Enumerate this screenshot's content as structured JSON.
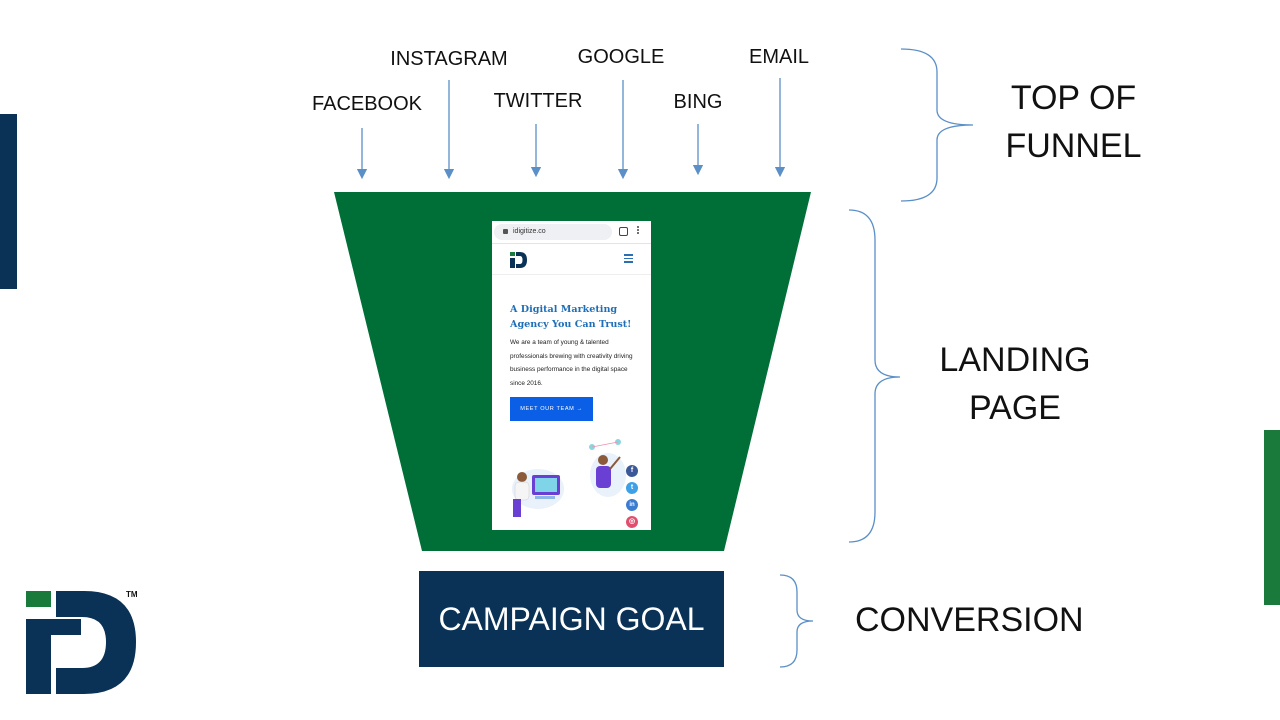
{
  "channels": [
    {
      "id": "facebook",
      "label": "FACEBOOK"
    },
    {
      "id": "instagram",
      "label": "INSTAGRAM"
    },
    {
      "id": "twitter",
      "label": "TWITTER"
    },
    {
      "id": "google",
      "label": "GOOGLE"
    },
    {
      "id": "bing",
      "label": "BING"
    },
    {
      "id": "email",
      "label": "EMAIL"
    }
  ],
  "stages": {
    "top_line1": "TOP OF",
    "top_line2": "FUNNEL",
    "landing_line1": "LANDING",
    "landing_line2": "PAGE",
    "conversion": "CONVERSION"
  },
  "goal_box": {
    "label": "CAMPAIGN GOAL"
  },
  "phone": {
    "url": "idigitize.co",
    "headline": "A Digital Marketing Agency You Can Trust!",
    "body": "We are a team of young & talented professionals brewing with creativity driving business performance in the digital space since 2016.",
    "cta": "MEET OUR TEAM →",
    "social_icons": [
      "facebook-icon",
      "twitter-icon",
      "linkedin-icon",
      "instagram-icon"
    ]
  },
  "logo": {
    "trademark": "TM"
  },
  "colors": {
    "funnel_green": "#006f37",
    "brand_navy": "#0a3156",
    "brand_green": "#1a7a3c",
    "arrow_blue": "#5b8fc7",
    "cta_blue": "#0b5ee6"
  }
}
